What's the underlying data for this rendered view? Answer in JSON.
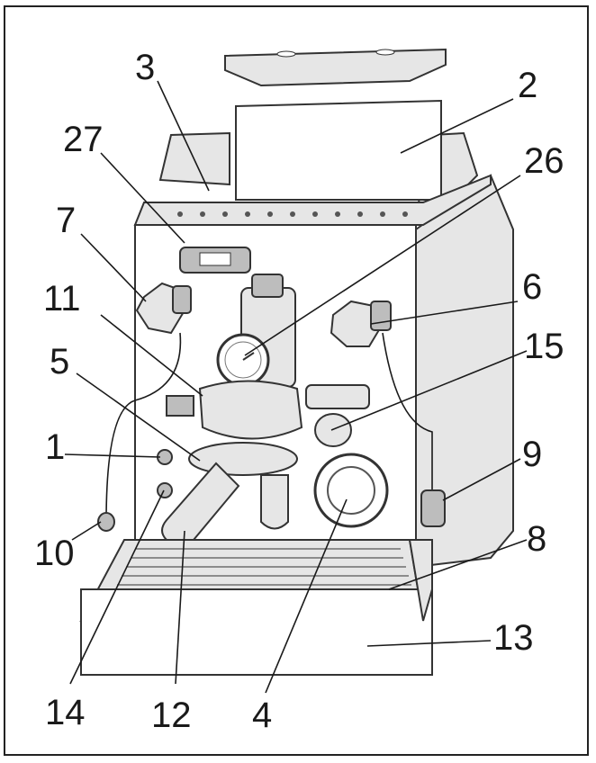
{
  "diagram": {
    "labels": [
      {
        "id": "label-1",
        "text": "1"
      },
      {
        "id": "label-2",
        "text": "2"
      },
      {
        "id": "label-3",
        "text": "3"
      },
      {
        "id": "label-4",
        "text": "4"
      },
      {
        "id": "label-5",
        "text": "5"
      },
      {
        "id": "label-6",
        "text": "6"
      },
      {
        "id": "label-7",
        "text": "7"
      },
      {
        "id": "label-8",
        "text": "8"
      },
      {
        "id": "label-9",
        "text": "9"
      },
      {
        "id": "label-10",
        "text": "10"
      },
      {
        "id": "label-11",
        "text": "11"
      },
      {
        "id": "label-12",
        "text": "12"
      },
      {
        "id": "label-13",
        "text": "13"
      },
      {
        "id": "label-14",
        "text": "14"
      },
      {
        "id": "label-15",
        "text": "15"
      },
      {
        "id": "label-26",
        "text": "26"
      },
      {
        "id": "label-27",
        "text": "27"
      }
    ],
    "colors": {
      "line": "#1a1a1a",
      "fill": "#ffffff",
      "shade": "#e6e6e6"
    },
    "icons": [
      "espresso-machine-illustration"
    ]
  }
}
